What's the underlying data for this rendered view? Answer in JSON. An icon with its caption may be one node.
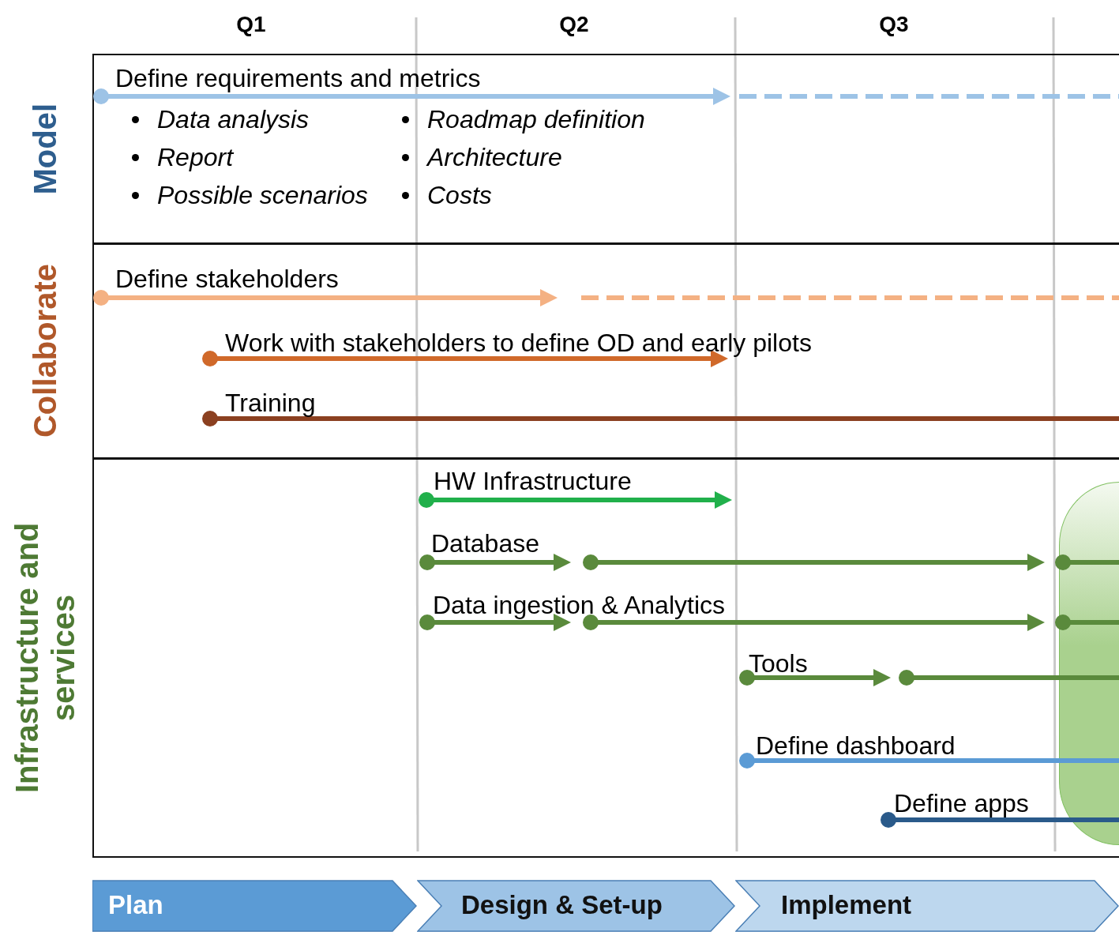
{
  "diagram": {
    "nodes": [
      {
        "text": [
          "Model"
        ]
      },
      {
        "text": [
          "Collaborate"
        ]
      },
      {
        "text": [
          "Infrastructure and services"
        ]
      },
      {
        "text": [
          "Plan"
        ]
      },
      {
        "text": [
          "Design & Set-up"
        ]
      },
      {
        "text": [
          "Implement"
        ]
      }
    ],
    "labels": [
      "Q1",
      "Q2",
      "Q3",
      "Define requirements and metrics",
      "Data analysis",
      "Report",
      "Possible scenarios",
      "Roadmap definition",
      "Architecture",
      "Costs",
      "Define stakeholders",
      "Work with stakeholders to define OD and early pilots",
      "Training",
      "HW Infrastructure",
      "Database",
      "Data ingestion & Analytics",
      "Tools",
      "Define dashboard",
      "Define apps"
    ]
  }
}
